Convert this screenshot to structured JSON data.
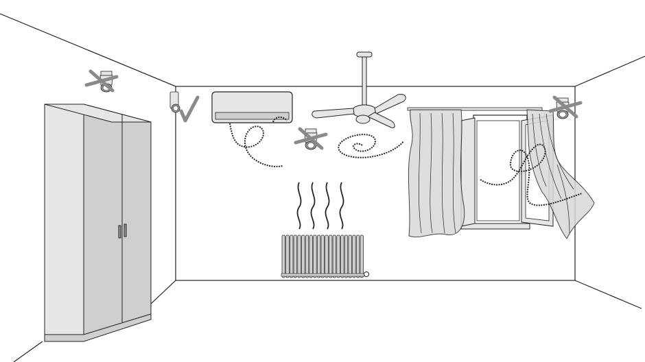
{
  "colors": {
    "line": "#222222",
    "fill_light": "#e6e6e6",
    "fill_mid": "#cfcfcf",
    "fill_dark": "#9a9a9a",
    "curtain": "#d9d9d9",
    "mark": "#8a8a8a",
    "background": "#ffffff"
  },
  "icons": {
    "good_mark": "check-mark-icon",
    "bad_mark": "cross-mark-icon",
    "sensor": "motion-sensor-icon",
    "airflow": "airflow-swirl-icon",
    "heat": "heat-wave-icon"
  },
  "sensors": [
    {
      "id": "sensor-ceiling-left",
      "status": "bad"
    },
    {
      "id": "sensor-wall-corner",
      "status": "good"
    },
    {
      "id": "sensor-below-ac",
      "status": "bad"
    },
    {
      "id": "sensor-ceiling-right",
      "status": "bad"
    }
  ]
}
